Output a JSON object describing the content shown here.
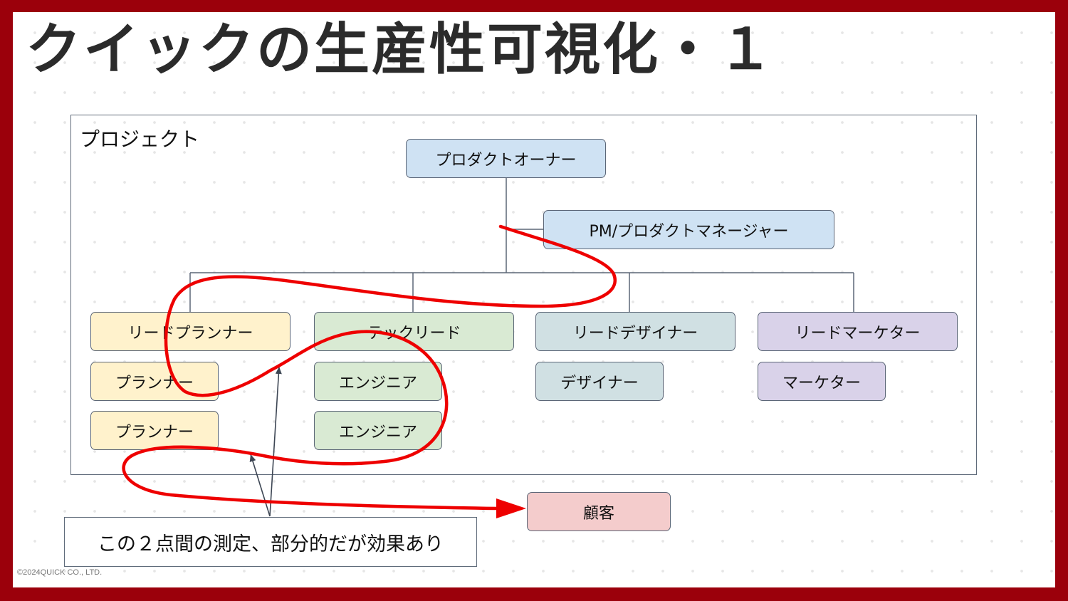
{
  "slide": {
    "title": "クイックの生産性可視化・１",
    "copyright": "©2024QUICK CO., LTD."
  },
  "project": {
    "label": "プロジェクト"
  },
  "nodes": {
    "product_owner": "プロダクトオーナー",
    "pm": "PM/プロダクトマネージャー",
    "lead_planner": "リードプランナー",
    "planner_1": "プランナー",
    "planner_2": "プランナー",
    "tech_lead": "テックリード",
    "engineer_1": "エンジニア",
    "engineer_2": "エンジニア",
    "lead_designer": "リードデザイナー",
    "designer": "デザイナー",
    "lead_marketer": "リードマーケター",
    "marketer": "マーケター",
    "customer": "顧客"
  },
  "callout": {
    "text": "この２点間の測定、部分的だが効果あり"
  },
  "colors": {
    "border_frame": "#9b000b",
    "blue": "#cfe2f3",
    "yellow": "#fff2cc",
    "green": "#d9ead3",
    "slate": "#d0e0e3",
    "purple": "#d9d2e9",
    "pink": "#f4cccc",
    "flow_line": "#ee0000",
    "connector": "#5b6677"
  }
}
